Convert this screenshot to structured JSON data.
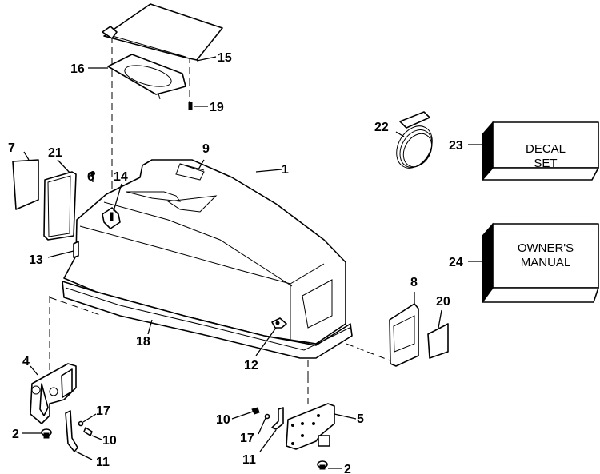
{
  "diagram": {
    "title": "Motor Cover Exploded Parts View",
    "callouts": {
      "c1": "1",
      "c2a": "2",
      "c2b": "2",
      "c4": "4",
      "c5": "5",
      "c6": "6",
      "c7": "7",
      "c8": "8",
      "c9": "9",
      "c10a": "10",
      "c10b": "10",
      "c11a": "11",
      "c11b": "11",
      "c12": "12",
      "c13": "13",
      "c14": "14",
      "c15": "15",
      "c16": "16",
      "c17a": "17",
      "c17b": "17",
      "c18": "18",
      "c19": "19",
      "c20": "20",
      "c21": "21",
      "c22": "22",
      "c23": "23",
      "c24": "24"
    },
    "boxes": {
      "decal": {
        "line1": "DECAL",
        "line2": "SET"
      },
      "manual": {
        "line1": "OWNER'S",
        "line2": "MANUAL"
      }
    }
  }
}
